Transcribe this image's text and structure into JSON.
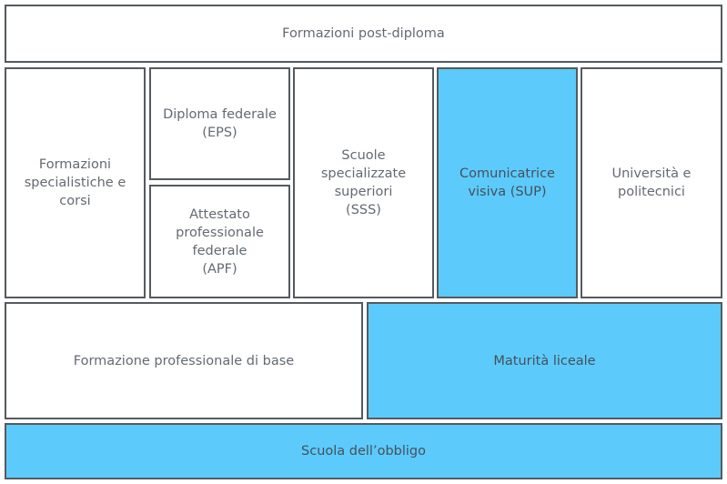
{
  "diagram": {
    "post_diploma": "Formazioni post-diploma",
    "specialistiche": "Formazioni\nspecialistiche e\ncorsi",
    "diploma_federale": "Diploma federale\n(EPS)",
    "attestato": "Attestato\nprofessionale\nfederale\n(APF)",
    "scuole_specializzate": "Scuole\nspecializzate\nsuperiori\n(SSS)",
    "comunicatrice": "Comunicatrice\nvisiva (SUP)",
    "universita": "Università e\npolitecnici",
    "formazione_base": "Formazione professionale di base",
    "maturita": "Maturità liceale",
    "scuola_obbligo": "Scuola dell’obbligo"
  },
  "colors": {
    "highlight": "#5ccbfb",
    "border": "#555a60",
    "text": "#646a72"
  }
}
